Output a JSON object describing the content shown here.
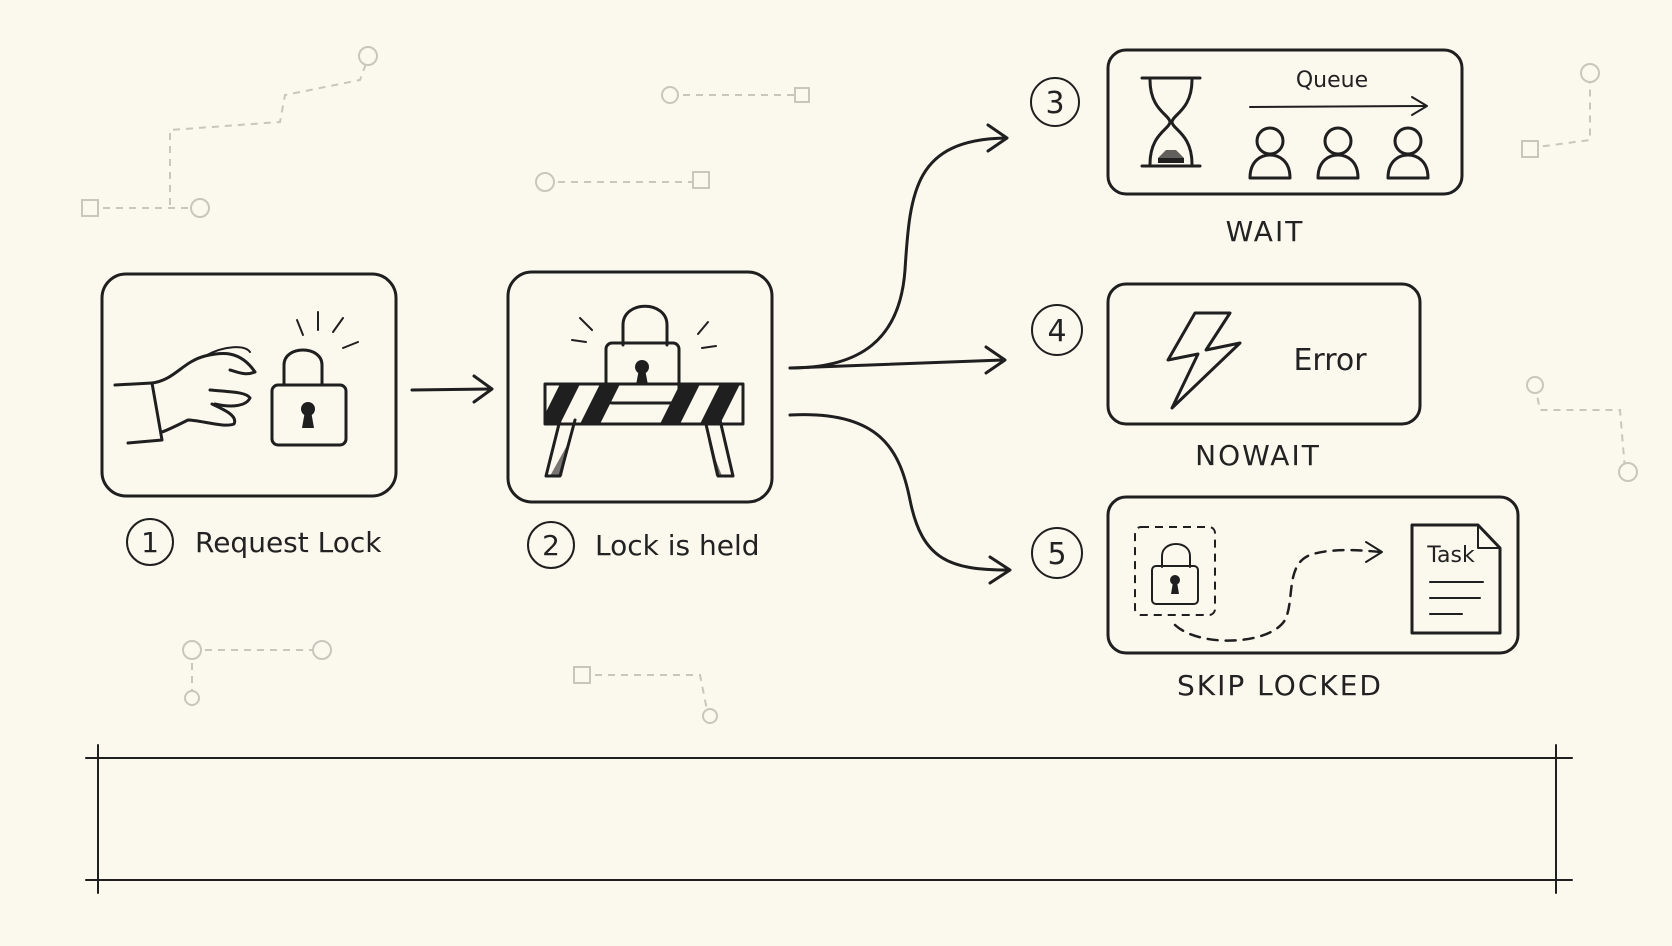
{
  "colors": {
    "background": "#fbf8ee",
    "ink": "#1f1f1f",
    "highlight": "#f6efc2",
    "faint": "#c9c6bd"
  },
  "steps": [
    {
      "number": "1",
      "label": "Request Lock",
      "icon": "hand-reaching-lock-icon"
    },
    {
      "number": "2",
      "label": "Lock is held",
      "icon": "locked-barrier-icon"
    }
  ],
  "outcomes": [
    {
      "number": "3",
      "name": "WAIT",
      "inner_label": "Queue",
      "icon": "hourglass-icon"
    },
    {
      "number": "4",
      "name": "NOWAIT",
      "inner_label": "Error",
      "icon": "lightning-icon"
    },
    {
      "number": "5",
      "name": "SKIP LOCKED",
      "inner_label": "Task",
      "icon": "document-icon"
    }
  ]
}
